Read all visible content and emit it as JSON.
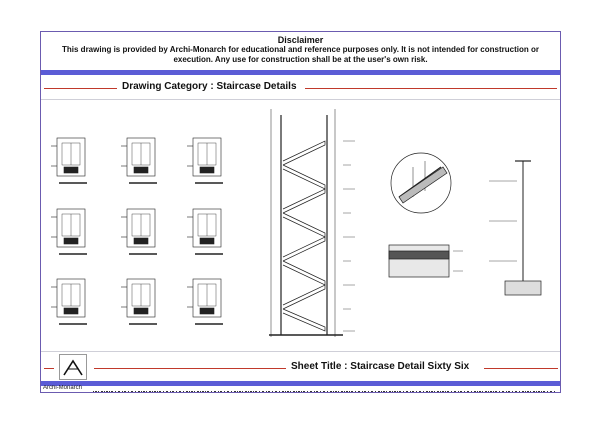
{
  "disclaimer": {
    "title": "Disclaimer",
    "text": "This drawing is provided by Archi-Monarch for educational and reference purposes only. It is not intended for construction or execution. Any use for construction shall be at the user's own risk."
  },
  "category": {
    "label": "Drawing Category : Staircase Details"
  },
  "sheet": {
    "title": "Sheet Title : Staircase Detail Sixty Six"
  },
  "footer": {
    "brand": "Archi-Monarch"
  },
  "colors": {
    "accent_band": "#5b5cd6",
    "rule_red": "#c0392b",
    "frame": "#6b5bb0"
  }
}
